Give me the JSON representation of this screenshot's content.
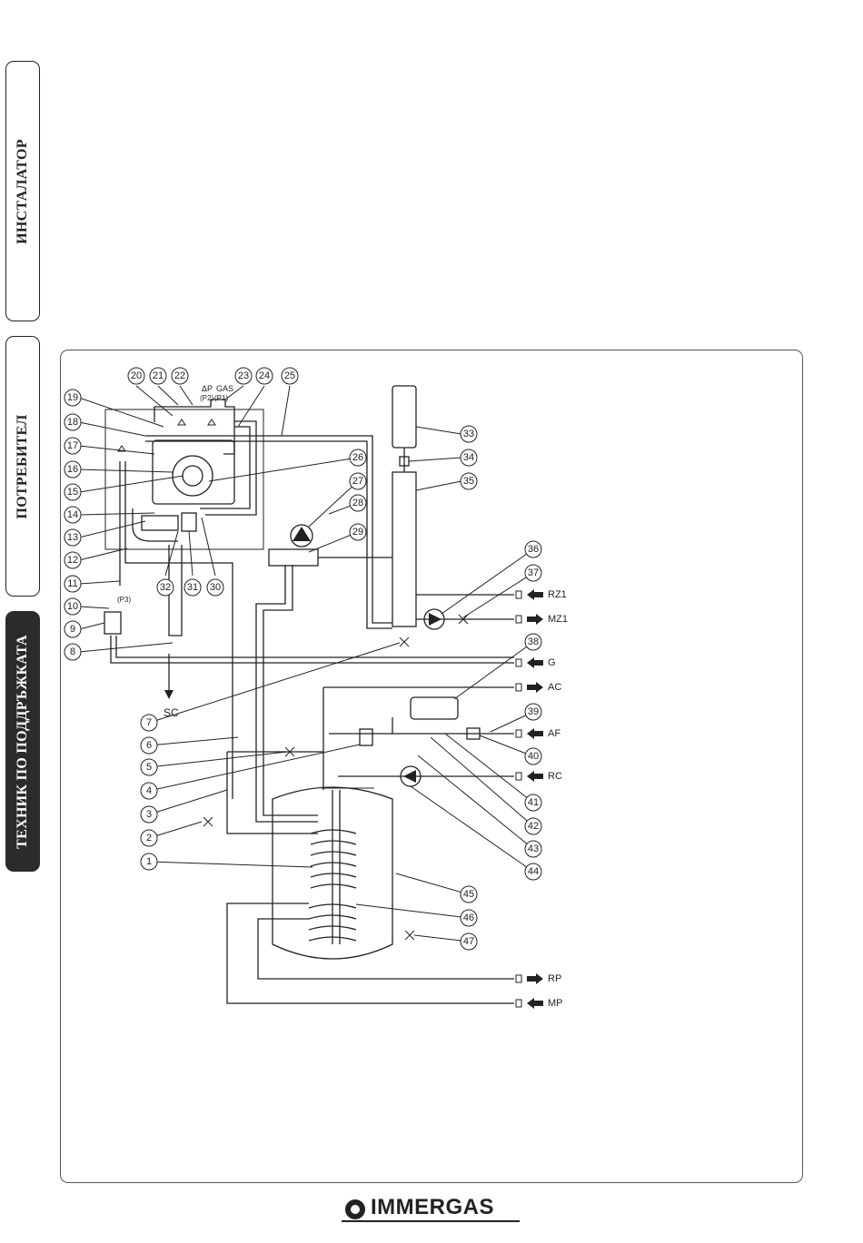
{
  "side_tabs": [
    {
      "label": "ИНСТАЛАТОР",
      "active": false
    },
    {
      "label": "ПОТРЕБИТЕЛ",
      "active": false
    },
    {
      "label": "ТЕХНИК ПО ПОДДРЪЖКАТА",
      "active": true
    }
  ],
  "diagram": {
    "header_labels": {
      "dp": "ΔP",
      "gas": "GAS",
      "p2": "(P2)",
      "p1": "(P1)",
      "p3": "(P3)"
    },
    "discharge_label": "SC",
    "callouts": [
      "1",
      "2",
      "3",
      "4",
      "5",
      "6",
      "7",
      "8",
      "9",
      "10",
      "11",
      "12",
      "13",
      "14",
      "15",
      "16",
      "17",
      "18",
      "19",
      "20",
      "21",
      "22",
      "23",
      "24",
      "25",
      "26",
      "27",
      "28",
      "29",
      "30",
      "31",
      "32",
      "33",
      "34",
      "35",
      "36",
      "37",
      "38",
      "39",
      "40",
      "41",
      "42",
      "43",
      "44",
      "45",
      "46",
      "47"
    ],
    "connections": [
      {
        "label": "RZ1",
        "direction": "in"
      },
      {
        "label": "MZ1",
        "direction": "out"
      },
      {
        "label": "G",
        "direction": "in"
      },
      {
        "label": "AC",
        "direction": "out"
      },
      {
        "label": "AF",
        "direction": "in"
      },
      {
        "label": "RC",
        "direction": "in"
      },
      {
        "label": "RP",
        "direction": "out"
      },
      {
        "label": "MP",
        "direction": "in"
      }
    ]
  },
  "brand": {
    "name": "IMMERGAS"
  }
}
